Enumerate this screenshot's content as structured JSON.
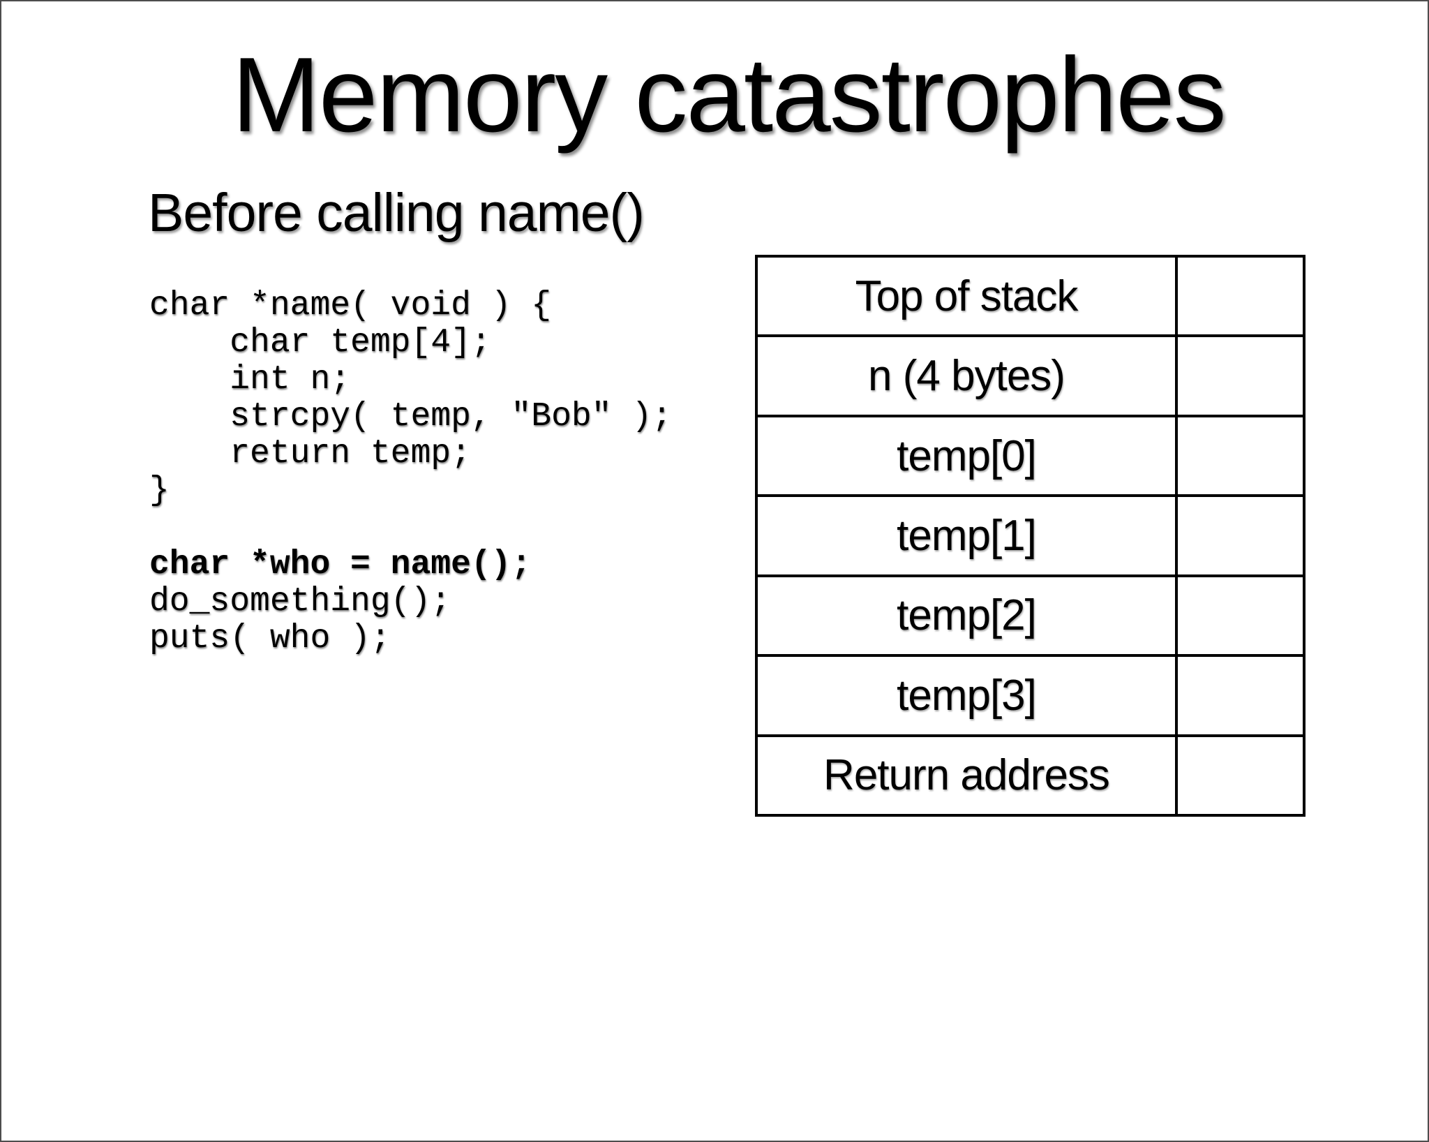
{
  "title": "Memory catastrophes",
  "subtitle": "Before calling name()",
  "code": {
    "function_lines": [
      "char *name( void ) {",
      "    char temp[4];",
      "    int n;",
      "    strcpy( temp, \"Bob\" );",
      "    return temp;",
      "}"
    ],
    "call_lines": [
      "char *who = name();",
      "do_something();",
      "puts( who );"
    ]
  },
  "stack_table": {
    "rows": [
      {
        "label": "Top of stack",
        "value": ""
      },
      {
        "label": "n (4 bytes)",
        "value": ""
      },
      {
        "label": "temp[0]",
        "value": ""
      },
      {
        "label": "temp[1]",
        "value": ""
      },
      {
        "label": "temp[2]",
        "value": ""
      },
      {
        "label": "temp[3]",
        "value": ""
      },
      {
        "label": "Return address",
        "value": ""
      }
    ]
  },
  "colors": {
    "background": "#ffffff",
    "text": "#000000",
    "table_border": "#000000",
    "frame_border": "#4d4d4d"
  }
}
